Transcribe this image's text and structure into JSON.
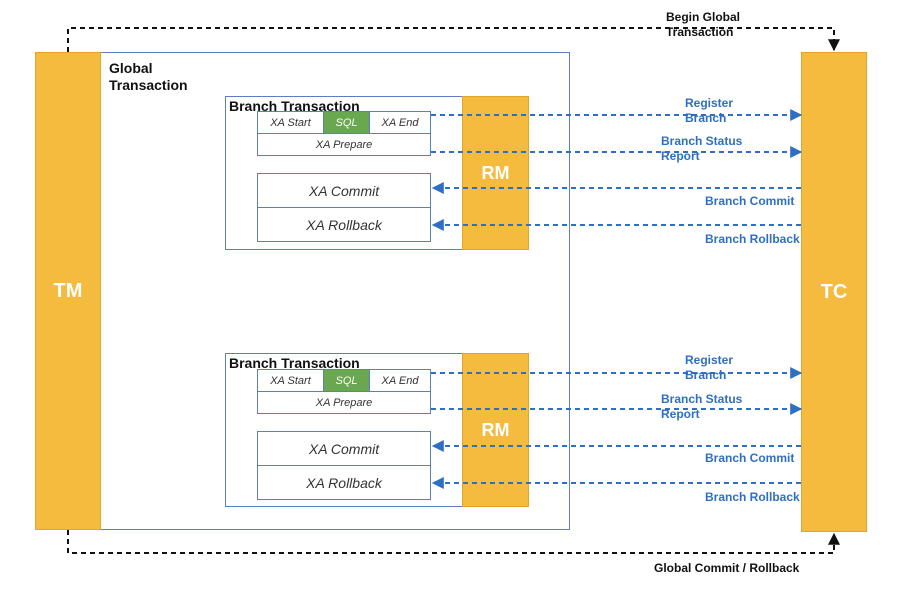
{
  "actors": {
    "tm": "TM",
    "tc": "TC"
  },
  "global_transaction": "Global\nTransaction",
  "top_flow": "Begin Global\nTransaction",
  "bottom_flow": "Global Commit / Rollback",
  "branches": [
    {
      "title": "Branch Transaction",
      "xa_start": "XA Start",
      "sql": "SQL",
      "xa_end": "XA End",
      "xa_prepare": "XA Prepare",
      "xa_commit": "XA Commit",
      "xa_rollback": "XA Rollback",
      "rm": "RM",
      "messages": {
        "register": "Register\nBranch",
        "status": "Branch Status\nReport",
        "commit": "Branch Commit",
        "rollback": "Branch Rollback"
      }
    },
    {
      "title": "Branch Transaction",
      "xa_start": "XA Start",
      "sql": "SQL",
      "xa_end": "XA End",
      "xa_prepare": "XA Prepare",
      "xa_commit": "XA Commit",
      "xa_rollback": "XA Rollback",
      "rm": "RM",
      "messages": {
        "register": "Register\nBranch",
        "status": "Branch Status\nReport",
        "commit": "Branch Commit",
        "rollback": "Branch Rollback"
      }
    }
  ],
  "colors": {
    "bar": "#f4bb3e",
    "sql": "#6aa84f",
    "arrow": "#2f6fc3",
    "frame": "#5a7fc7"
  }
}
